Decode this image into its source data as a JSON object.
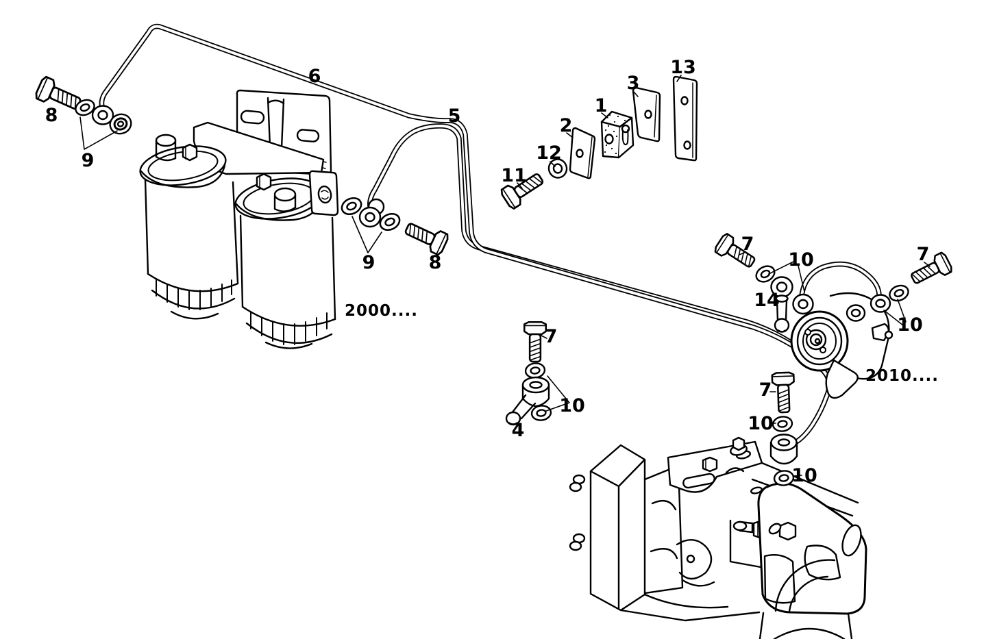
{
  "figure": {
    "background": "#ffffff",
    "ink": "#000000",
    "description": "Exploded-view technical line diagram of a diesel engine fuel system: twin fuel filters on a mounting bracket, fuel pipes, clamp parts, banjo fittings, fuel feed pump and injection pump / timing gear housing, with numbered part callouts"
  },
  "callouts": [
    {
      "id": "bolt-8-left",
      "label": "8"
    },
    {
      "id": "washers-9-left",
      "label": "9"
    },
    {
      "id": "fuel-pipe-6",
      "label": "6"
    },
    {
      "id": "fuel-pipe-5",
      "label": "5"
    },
    {
      "id": "washers-9-mid",
      "label": "9"
    },
    {
      "id": "bolt-8-mid",
      "label": "8"
    },
    {
      "id": "bolt-11",
      "label": "11"
    },
    {
      "id": "washer-12",
      "label": "12"
    },
    {
      "id": "clamp-plate-2",
      "label": "2"
    },
    {
      "id": "clamp-block-1",
      "label": "1"
    },
    {
      "id": "clamp-plate-3",
      "label": "3"
    },
    {
      "id": "clamp-strip-13",
      "label": "13"
    },
    {
      "id": "ref-filter-assembly",
      "label": "2000...."
    },
    {
      "id": "bolt-7-pump-left",
      "label": "7"
    },
    {
      "id": "washer-10-pump-left",
      "label": "10"
    },
    {
      "id": "overflow-fitting-14",
      "label": "14"
    },
    {
      "id": "bolt-7-pump-right",
      "label": "7"
    },
    {
      "id": "washer-10-pump-right",
      "label": "10"
    },
    {
      "id": "ref-pump-assembly",
      "label": "2010...."
    },
    {
      "id": "bolt-7-banjo-4",
      "label": "7"
    },
    {
      "id": "washers-10-banjo-4",
      "label": "10"
    },
    {
      "id": "banjo-fitting-4",
      "label": "4"
    },
    {
      "id": "bolt-7-banjo-engine",
      "label": "7"
    },
    {
      "id": "washer-10-banjo-engine-upper",
      "label": "10"
    },
    {
      "id": "washer-10-banjo-engine-lower",
      "label": "10"
    }
  ]
}
